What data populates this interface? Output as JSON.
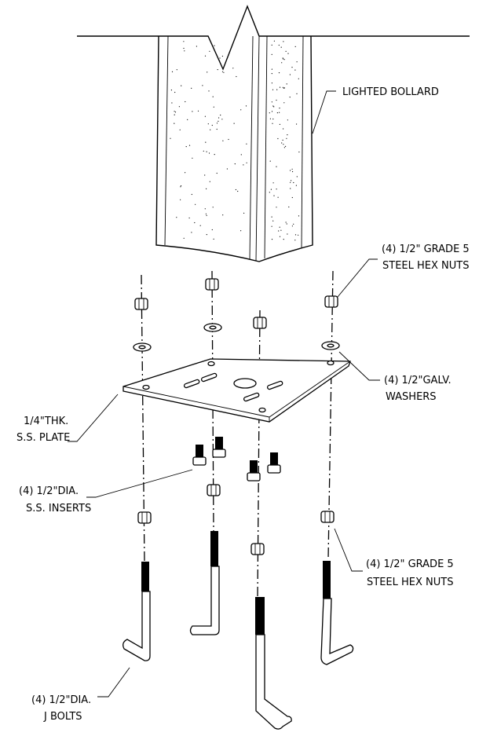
{
  "labels": {
    "lighted_bollard": "LIGHTED BOLLARD",
    "top_nuts": [
      "(4) 1/2\" GRADE 5",
      "STEEL HEX NUTS"
    ],
    "washers": [
      "(4) 1/2\"GALV.",
      "WASHERS"
    ],
    "plate": [
      "1/4\"THK.",
      "S.S. PLATE"
    ],
    "inserts": [
      "(4) 1/2\"DIA.",
      "S.S. INSERTS"
    ],
    "bottom_nuts": [
      "(4) 1/2\" GRADE 5",
      "STEEL HEX NUTS"
    ],
    "j_bolts": [
      "(4) 1/2\"DIA.",
      "J BOLTS"
    ]
  },
  "colors": {
    "line": "#000000",
    "background": "#ffffff"
  }
}
